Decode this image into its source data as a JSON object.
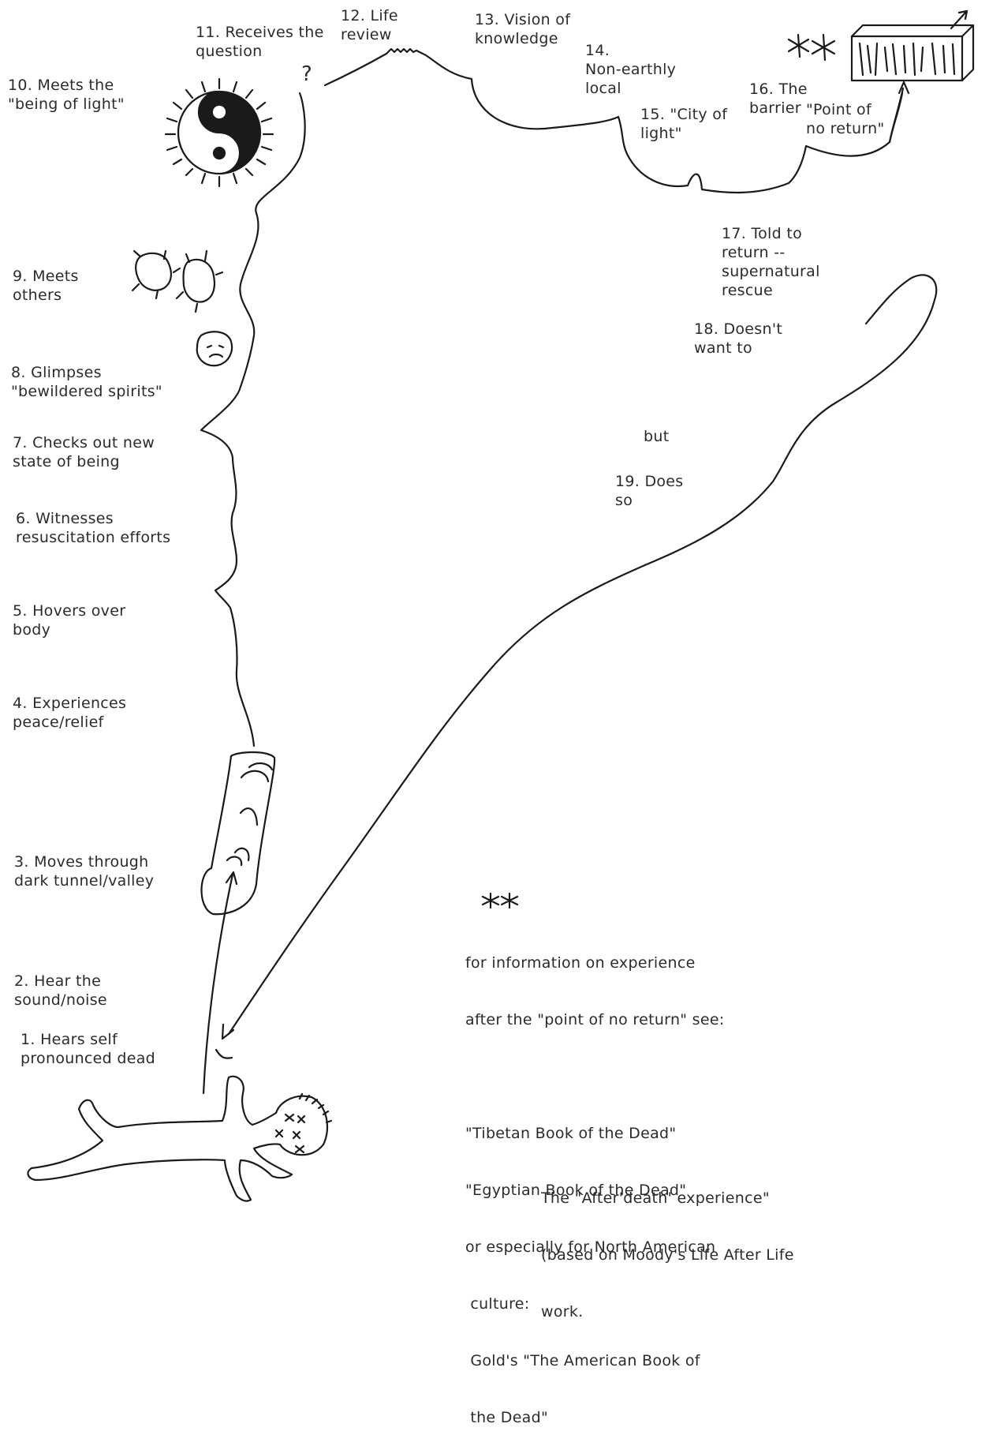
{
  "steps": [
    {
      "l1": "1. Hears self",
      "l2": "pronounced dead"
    },
    {
      "l1": "2. Hear the",
      "l2": "sound/noise"
    },
    {
      "l1": "3. Moves through",
      "l2": "dark tunnel/valley"
    },
    {
      "l1": "4. Experiences",
      "l2": "peace/relief"
    },
    {
      "l1": "5. Hovers over",
      "l2": "body"
    },
    {
      "l1": "6. Witnesses",
      "l2": "resuscitation efforts"
    },
    {
      "l1": "7. Checks out new",
      "l2": "state of being"
    },
    {
      "l1": "8. Glimpses",
      "l2": "\"bewildered spirits\""
    },
    {
      "l1": "9. Meets",
      "l2": "others"
    },
    {
      "l1": "10. Meets the",
      "l2": "\"being of light\""
    },
    {
      "l1": "11. Receives the",
      "l2": "question"
    },
    {
      "l1": "12. Life",
      "l2": "review"
    },
    {
      "l1": "13. Vision of",
      "l2": "knowledge"
    },
    {
      "l1": "14.",
      "l2": "Non-earthly",
      "l3": "local"
    },
    {
      "l1": "15. \"City of",
      "l2": "light\""
    },
    {
      "l1": "16. The",
      "l2": "barrier"
    },
    {
      "l1": "\"Point of",
      "l2": "no return\""
    },
    {
      "l1": "17. Told to",
      "l2": "return --",
      "l3": "supernatural",
      "l4": "rescue"
    },
    {
      "l1": "18. Doesn't",
      "l2": "want to"
    },
    {
      "l1": "but"
    },
    {
      "l1": "19. Does",
      "l2": "so"
    }
  ],
  "question_mark": "?",
  "footnote": {
    "lines": [
      "for information on experience",
      "after the \"point of no return\" see:",
      "",
      "\"Tibetan Book of the Dead\"",
      "\"Egyptian Book of the Dead\"",
      "or especially for North American",
      " culture:",
      " Gold's \"The American Book of",
      " the Dead\""
    ]
  },
  "caption": {
    "lines": [
      "The \"After'death' experience\"",
      "(based on Moody's Life After Life",
      "work."
    ]
  }
}
